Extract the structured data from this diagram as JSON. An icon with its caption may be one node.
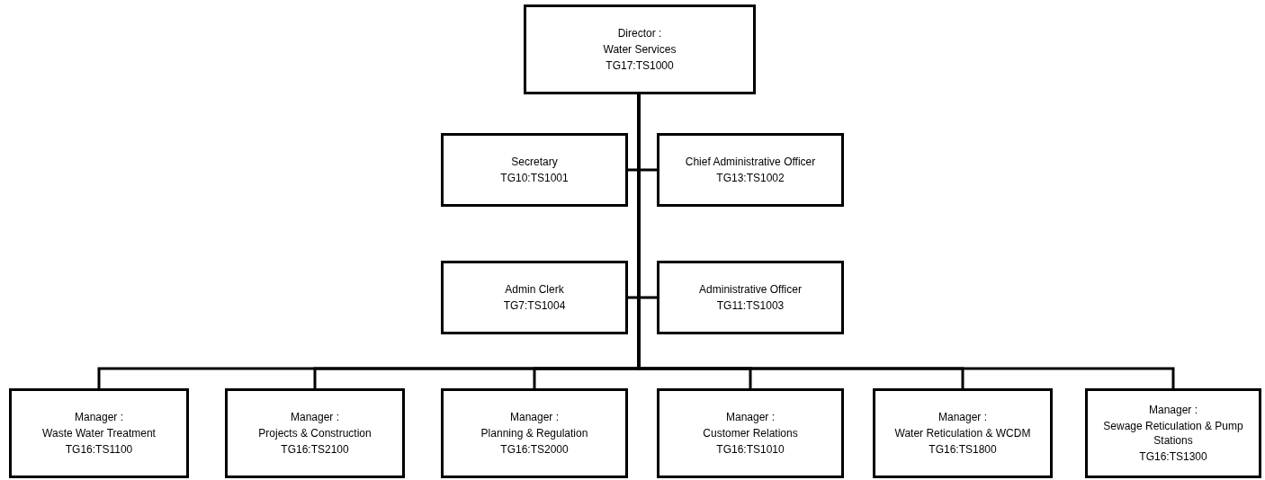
{
  "diagram": {
    "nodes": [
      {
        "text": [
          "Director :",
          "Water Services",
          "TG17:TS1000"
        ]
      },
      {
        "text": [
          "Secretary",
          "TG10:TS1001"
        ]
      },
      {
        "text": [
          "Chief Administrative Officer",
          "TG13:TS1002"
        ]
      },
      {
        "text": [
          "Admin Clerk",
          "TG7:TS1004"
        ]
      },
      {
        "text": [
          "Administrative Officer",
          "TG11:TS1003"
        ]
      },
      {
        "text": [
          "Manager :",
          "Waste Water Treatment",
          "TG16:TS1100"
        ]
      },
      {
        "text": [
          "Manager :",
          "Projects & Construction",
          "TG16:TS2100"
        ]
      },
      {
        "text": [
          "Manager :",
          "Planning & Regulation",
          "TG16:TS2000"
        ]
      },
      {
        "text": [
          "Manager :",
          "Customer Relations",
          "TG16:TS1010"
        ]
      },
      {
        "text": [
          "Manager :",
          "Water Reticulation & WCDM",
          "TG16:TS1800"
        ]
      },
      {
        "text": [
          "Manager :",
          "Sewage Reticulation & Pump Stations",
          "TG16:TS1300"
        ]
      }
    ],
    "edges": [
      {
        "from": 0,
        "to": 1,
        "arrow": "none"
      },
      {
        "from": 0,
        "to": 2,
        "arrow": "none"
      },
      {
        "from": 0,
        "to": 3,
        "arrow": "none"
      },
      {
        "from": 0,
        "to": 4,
        "arrow": "none"
      },
      {
        "from": 0,
        "to": 5,
        "arrow": "none"
      },
      {
        "from": 0,
        "to": 6,
        "arrow": "none"
      },
      {
        "from": 0,
        "to": 7,
        "arrow": "none"
      },
      {
        "from": 0,
        "to": 8,
        "arrow": "none"
      },
      {
        "from": 0,
        "to": 9,
        "arrow": "none"
      },
      {
        "from": 0,
        "to": 10,
        "arrow": "none"
      }
    ]
  }
}
